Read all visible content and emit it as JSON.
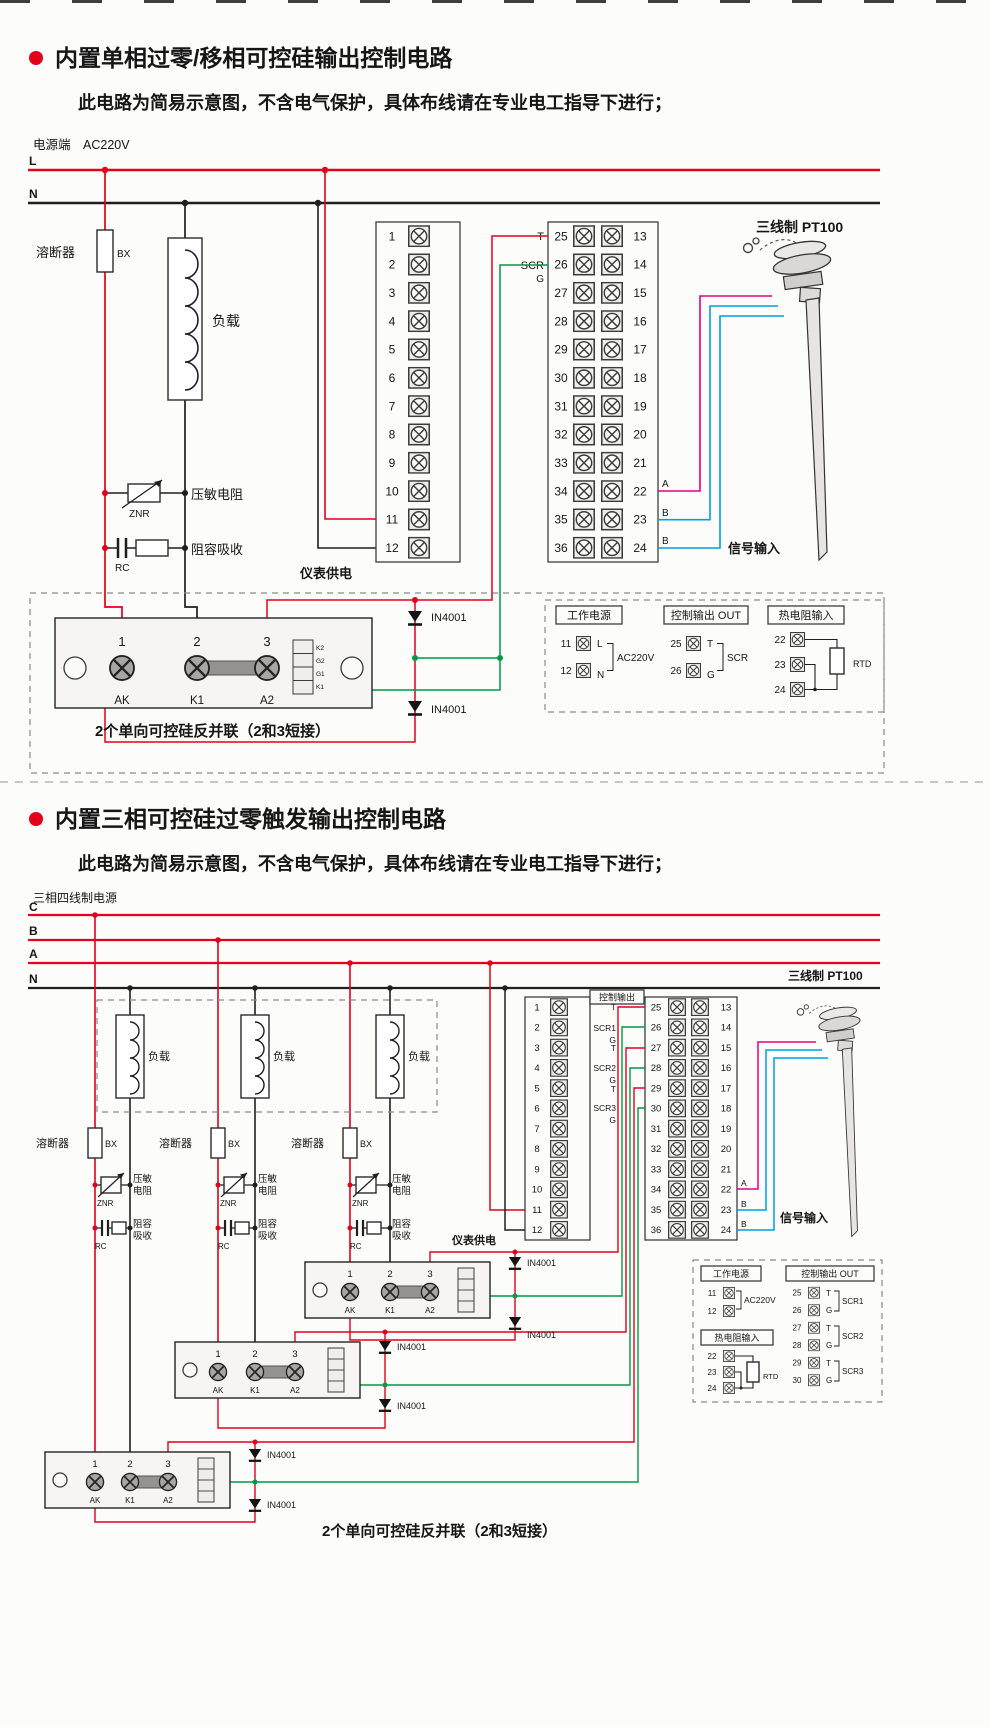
{
  "parts": {
    "diode": "IN4001"
  },
  "terminals": {
    "left": [
      "1",
      "2",
      "3",
      "4",
      "5",
      "6",
      "7",
      "8",
      "9",
      "10",
      "11",
      "12"
    ],
    "mid": [
      "25",
      "26",
      "27",
      "28",
      "29",
      "30",
      "31",
      "32",
      "33",
      "34",
      "35",
      "36"
    ],
    "right": [
      "13",
      "14",
      "15",
      "16",
      "17",
      "18",
      "19",
      "20",
      "21",
      "22",
      "23",
      "24"
    ]
  },
  "module": {
    "nums": [
      "1",
      "2",
      "3"
    ],
    "pins": [
      "AK",
      "K1",
      "A2"
    ],
    "gate": [
      "K2",
      "G2",
      "G1",
      "K1"
    ]
  },
  "s1": {
    "title": "内置单相过零/移相可控硅输出控制电路",
    "subtitle": "此电路为简易示意图，不含电气保护，具体布线请在专业电工指导下进行；",
    "source": "电源端　AC220V",
    "bus_l": "L",
    "bus_n": "N",
    "fuse": "溶断器",
    "fuse_code": "BX",
    "load": "负载",
    "znr": "压敏电阻",
    "znr_code": "ZNR",
    "rc": "阻容吸收",
    "rc_code": "RC",
    "meter": "仪表供电",
    "pt100": "三线制  PT100",
    "signal": "信号输入",
    "tb": {
      "t": "T",
      "scr": "SCR",
      "g": "G"
    },
    "sense": {
      "a": "A",
      "b": "B"
    },
    "caption": "2个单向可控硅反并联（2和3短接）",
    "legend": {
      "power": {
        "title": "工作电源",
        "rows": [
          "11",
          "12"
        ],
        "l": "L",
        "n": "N",
        "v": "AC220V"
      },
      "out": {
        "title": "控制输出 OUT",
        "rows": [
          "25",
          "26"
        ],
        "t": "T",
        "g": "G",
        "scr": "SCR"
      },
      "rtd": {
        "title": "热电阻输入",
        "rows": [
          "22",
          "23",
          "24"
        ],
        "label": "RTD"
      }
    }
  },
  "s2": {
    "title": "内置三相可控硅过零触发输出控制电路",
    "subtitle": "此电路为简易示意图，不含电气保护，具体布线请在专业电工指导下进行；",
    "source": "三相四线制电源",
    "bus": [
      "C",
      "B",
      "A",
      "N"
    ],
    "fuse": "溶断器",
    "fuse_code": "BX",
    "load": "负载",
    "znr1": "压敏",
    "znr2": "电阻",
    "znr_code": "ZNR",
    "rc1": "阻容",
    "rc2": "吸收",
    "rc_code": "RC",
    "ctrl_box": "控制输出",
    "tb": {
      "t": "T",
      "g": "G",
      "scr1": "SCR1",
      "scr2": "SCR2",
      "scr3": "SCR3"
    },
    "meter": "仪表供电",
    "pt100": "三线制  PT100",
    "signal": "信号输入",
    "sense": {
      "a": "A",
      "b": "B"
    },
    "caption": "2个单向可控硅反并联（2和3短接）",
    "legend": {
      "power": {
        "title": "工作电源",
        "rows": [
          "11",
          "12"
        ],
        "v": "AC220V"
      },
      "out": {
        "title": "控制输出 OUT",
        "rows": [
          "25",
          "26",
          "27",
          "28",
          "29",
          "30"
        ],
        "t": "T",
        "g": "G",
        "scr1": "SCR1",
        "scr2": "SCR2",
        "scr3": "SCR3"
      },
      "rtd": {
        "title": "热电阻输入",
        "rows": [
          "22",
          "23",
          "24"
        ],
        "label": "RTD"
      }
    }
  }
}
